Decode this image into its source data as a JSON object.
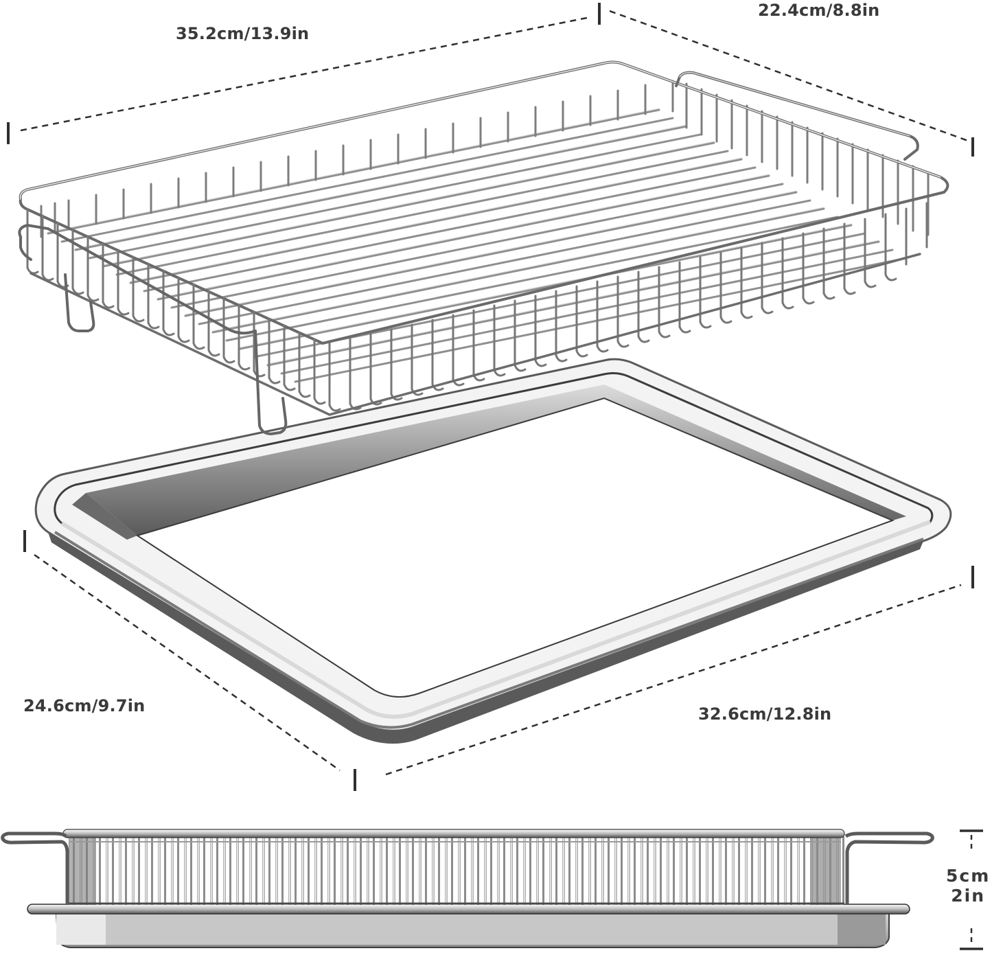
{
  "diagram": {
    "subject": "Air fryer wire basket with stainless steel baking tray",
    "colors": {
      "text": "#3a3a3a",
      "dimension_line": "#2f2f2f",
      "steel_light": "#e8e8e8",
      "steel_mid": "#a8a8a8",
      "steel_dark": "#4a4a4a",
      "background": "#ffffff"
    },
    "components": [
      {
        "id": "basket",
        "name": "Wire mesh basket with handles",
        "view": "isometric"
      },
      {
        "id": "tray",
        "name": "Stainless steel baking tray",
        "view": "isometric"
      },
      {
        "id": "stacked",
        "name": "Basket stacked on tray",
        "view": "side"
      }
    ],
    "dimensions": {
      "basket_length": {
        "label": "35.2cm/13.9in",
        "cm": 35.2,
        "in": 13.9
      },
      "basket_width": {
        "label": "22.4cm/8.8in",
        "cm": 22.4,
        "in": 8.8
      },
      "tray_width": {
        "label": "24.6cm/9.7in",
        "cm": 24.6,
        "in": 9.7
      },
      "tray_length": {
        "label": "32.6cm/12.8in",
        "cm": 32.6,
        "in": 12.8
      },
      "stack_height": {
        "label_cm": "5cm",
        "label_in": "2in",
        "cm": 5,
        "in": 2
      }
    }
  }
}
